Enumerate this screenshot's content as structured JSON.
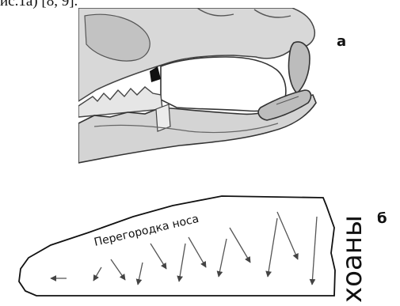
{
  "caption": "ис.1а) [8, 9].",
  "figure_a": {
    "label": "а",
    "image_icon": "rodent-skull-jaw-illustration"
  },
  "figure_b": {
    "label": "б",
    "septum_label": "Перегородка носа",
    "choanae_label": "хоаны",
    "arrow_icon": "airflow-arrow"
  }
}
